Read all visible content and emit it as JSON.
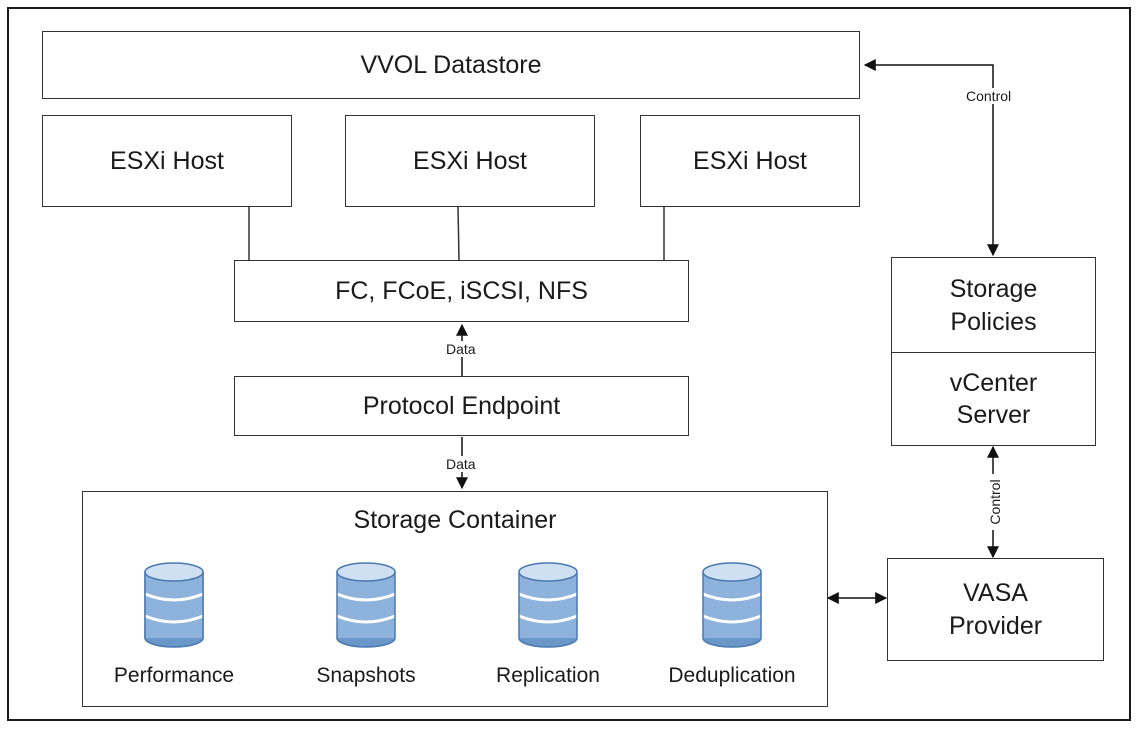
{
  "vvol_datastore": "VVOL Datastore",
  "esxi_hosts": [
    "ESXi Host",
    "ESXi Host",
    "ESXi Host"
  ],
  "protocols": "FC, FCoE, iSCSI, NFS",
  "protocol_endpoint": "Protocol Endpoint",
  "storage_container": {
    "title": "Storage Container",
    "capabilities": [
      "Performance",
      "Snapshots",
      "Replication",
      "Deduplication"
    ]
  },
  "storage_policies": "Storage\nPolicies",
  "vcenter_server": "vCenter\nServer",
  "vasa_provider": "VASA\nProvider",
  "labels": {
    "control_top": "Control",
    "data_upper": "Data",
    "data_lower": "Data",
    "control_side": "Control"
  },
  "colors": {
    "db_light": "#cfe0f3",
    "db_mid": "#8db3dc",
    "db_dark": "#4a78b0"
  }
}
